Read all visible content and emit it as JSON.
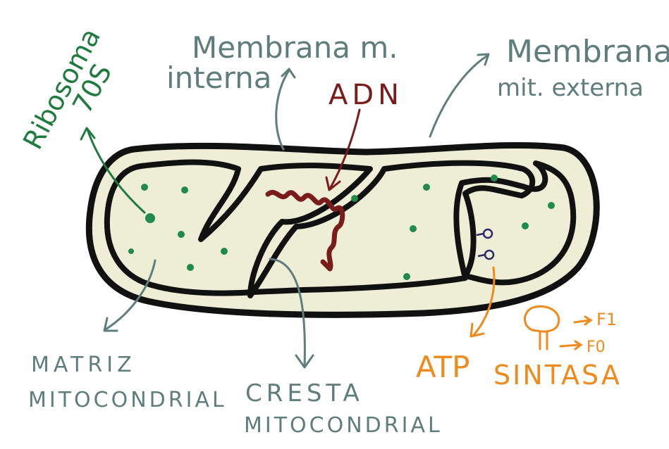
{
  "colors": {
    "outline": "#111111",
    "matrix": "#eeeed6",
    "grey_label": "#5f7d7c",
    "green_label": "#1f7a3e",
    "dna": "#7a1c1c",
    "orange_label": "#ef8a1d",
    "ribosome_dot": "#1f8a4a",
    "atp_synthase_glyph": "#2c2a6a"
  },
  "labels": {
    "inner_membrane": [
      "Membrana m.",
      "interna"
    ],
    "outer_membrane": [
      "Membrana",
      "mit. externa"
    ],
    "dna": "ADN",
    "ribosome": [
      "Ribosoma",
      "70S"
    ],
    "matrix": [
      "MATRIZ",
      "MITOCONDRIAL"
    ],
    "crista": [
      "CRESTA",
      "MITOCONDRIAL"
    ],
    "atp_synthase": [
      "ATP",
      "SINTASA"
    ],
    "f1": "F1",
    "f0": "F0"
  },
  "icons": {
    "arrows": "hand-drawn-arrow",
    "atp_synthase": "atp-synthase-glyph"
  }
}
